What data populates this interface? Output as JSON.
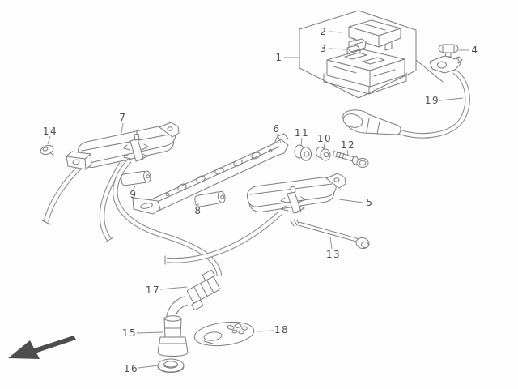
{
  "diagram": {
    "type": "exploded-parts-line-drawing",
    "callouts": [
      {
        "label": "1"
      },
      {
        "label": "2"
      },
      {
        "label": "3"
      },
      {
        "label": "4"
      },
      {
        "label": "5"
      },
      {
        "label": "6"
      },
      {
        "label": "7"
      },
      {
        "label": "8"
      },
      {
        "label": "9"
      },
      {
        "label": "10"
      },
      {
        "label": "11"
      },
      {
        "label": "12"
      },
      {
        "label": "13"
      },
      {
        "label": "14"
      },
      {
        "label": "15"
      },
      {
        "label": "16"
      },
      {
        "label": "17"
      },
      {
        "label": "18"
      },
      {
        "label": "19"
      }
    ],
    "icons": {
      "direction_arrow": "front-direction-arrow"
    },
    "colors": {
      "line": "#7d7d7d",
      "wire": "#8a8a8a",
      "label": "#4f4f4f",
      "arrow": "#4e4e4e",
      "background": "#fdfdfd"
    }
  }
}
